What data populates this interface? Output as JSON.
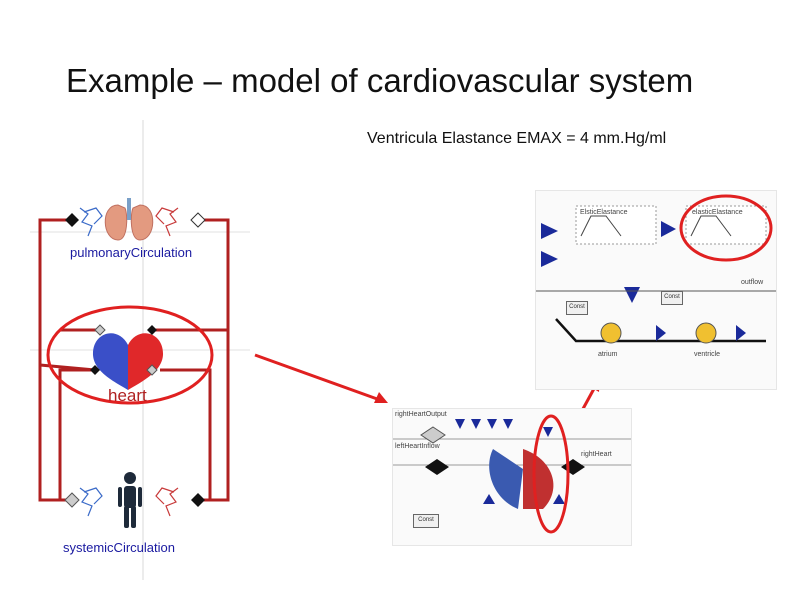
{
  "title": "Example – model of cardiovascular system",
  "subtitle": "Ventricula Elastance EMAX = 4 mm.Hg/ml",
  "diagram": {
    "pulmonary_label": "pulmonaryCirculation",
    "heart_label": "heart",
    "systemic_label": "systemicCirculation"
  },
  "top_screenshot": {
    "elastance_label": "ElsticElastance",
    "elastance_label_right": "elasticElastance",
    "outflow_label": "outflow",
    "const_label": "Const",
    "atrium_label": "atrium",
    "ventricle_label": "ventricle"
  },
  "bottom_screenshot": {
    "right_heart_label": "rightHeartOutput",
    "left_heart_label": "leftHeartInflow",
    "right_label": "rightHeart",
    "const_label": "Const"
  },
  "colors": {
    "highlight_red": "#e02020",
    "vessel_red": "#b02020",
    "heart_blue": "#3a4fc8",
    "heart_red": "#e0282a",
    "block_blue": "#1a2a9a"
  }
}
